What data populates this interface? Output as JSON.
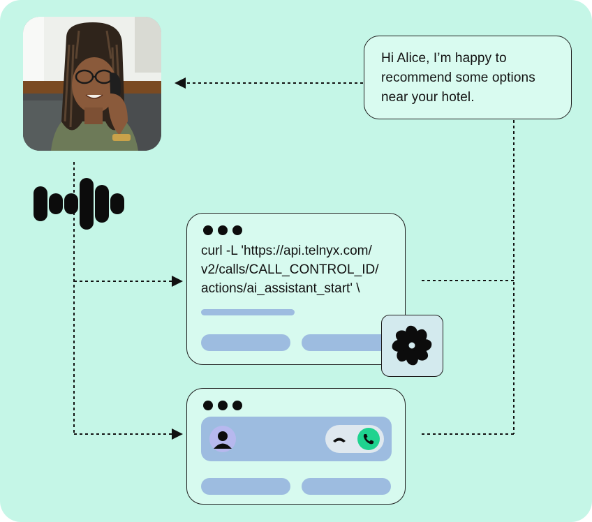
{
  "bubble": {
    "lines": [
      "Hi Alice, I’m happy to",
      "recommend some options",
      "near your hotel."
    ]
  },
  "api_card": {
    "code_lines": [
      "curl -L 'https://api.telnyx.com/",
      "v2/calls/CALL_CONTROL_ID/",
      "actions/ai_assistant_start' \\"
    ]
  },
  "icons": {
    "photo": "woman-on-phone-photo",
    "voice": "voice-waveform-icon",
    "ai": "ai-flower-icon",
    "avatar": "user-avatar-icon",
    "hangup": "hangup-icon",
    "answer": "answer-call-icon"
  },
  "colors": {
    "background": "#c5f6e7",
    "placeholder": "#9dbce0",
    "answer": "#1fd38f",
    "avatar": "#b7b8ee"
  }
}
